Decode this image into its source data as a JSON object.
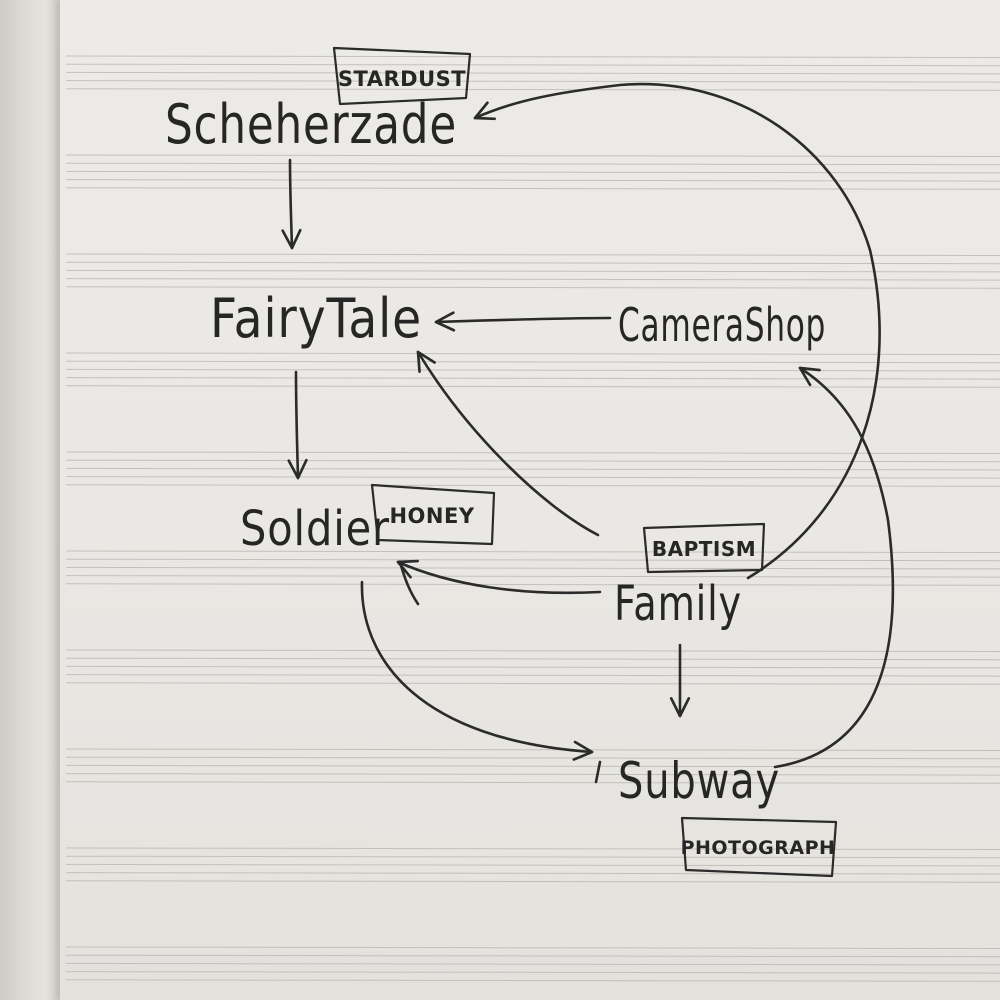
{
  "diagram": {
    "nodes": [
      {
        "id": "scheherzade",
        "label": "Scheherzade",
        "tag": "STARDUST"
      },
      {
        "id": "fairytale",
        "label": "FairyTale",
        "tag": ""
      },
      {
        "id": "camera_shop",
        "label": "CameraShop",
        "tag": ""
      },
      {
        "id": "soldier",
        "label": "Soldier",
        "tag": "HONEY"
      },
      {
        "id": "family",
        "label": "Family",
        "tag": "BAPTISM"
      },
      {
        "id": "subway",
        "label": "Subway",
        "tag": "PHOTOGRAPH"
      }
    ],
    "edges": [
      {
        "from": "scheherzade",
        "to": "fairytale"
      },
      {
        "from": "fairytale",
        "to": "soldier"
      },
      {
        "from": "camera_shop",
        "to": "fairytale"
      },
      {
        "from": "family",
        "to": "fairytale"
      },
      {
        "from": "family",
        "to": "soldier"
      },
      {
        "from": "family",
        "to": "subway"
      },
      {
        "from": "family",
        "to": "scheherzade"
      },
      {
        "from": "soldier",
        "to": "subway"
      },
      {
        "from": "subway",
        "to": "camera_shop"
      }
    ]
  },
  "colors": {
    "ink": "#2b2b2b",
    "paper": "#ebe9e5",
    "staff_lines": "#b7b4b0"
  }
}
